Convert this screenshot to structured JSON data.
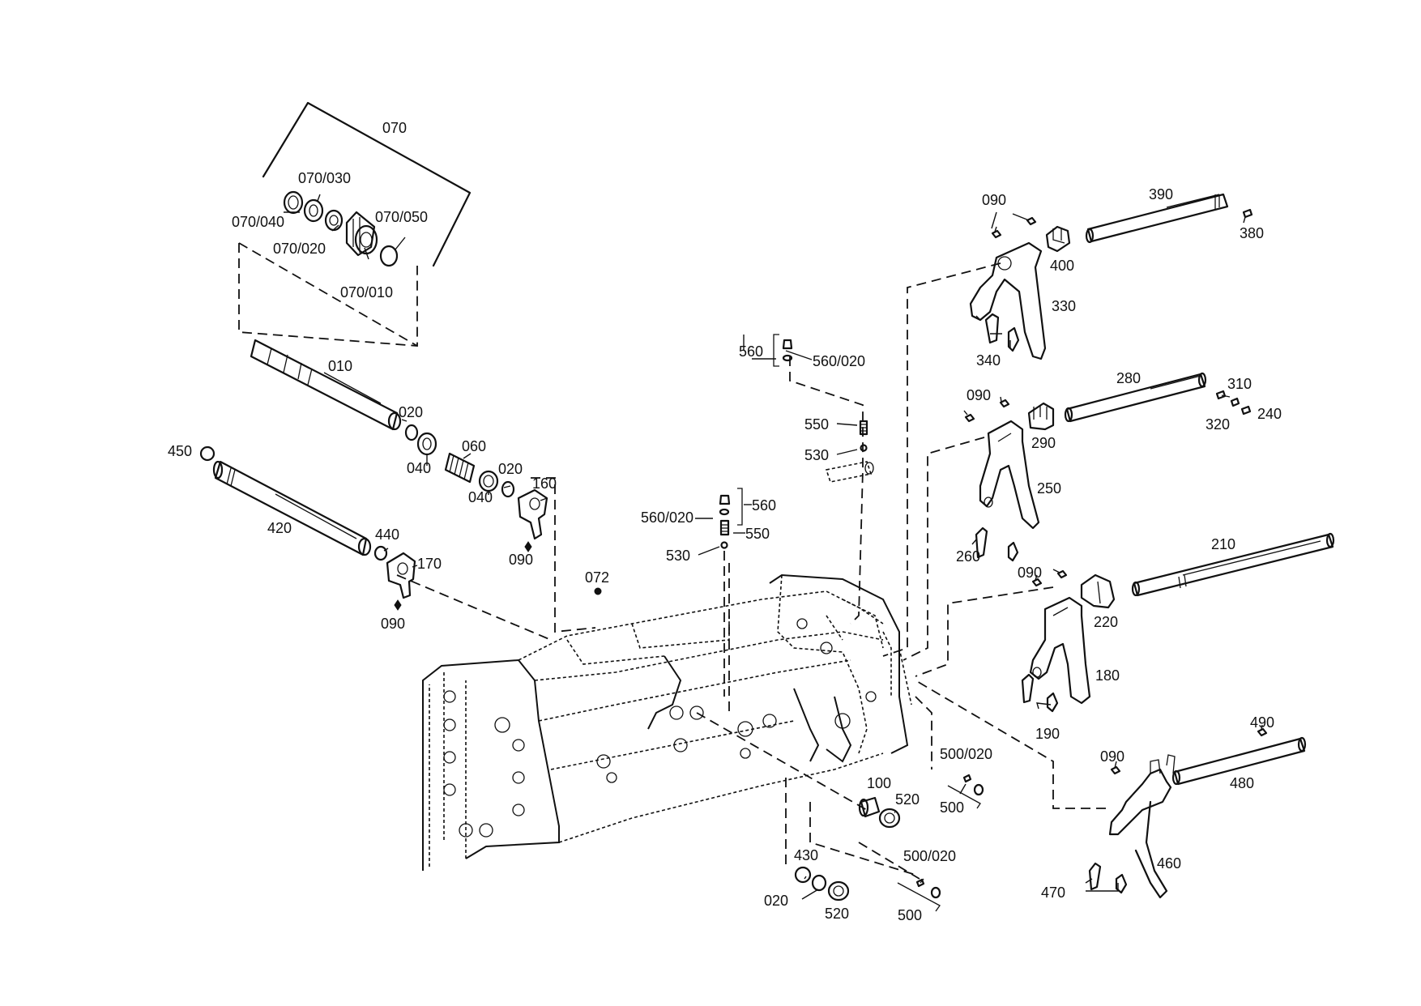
{
  "diagram": {
    "labels": {
      "p070": "070",
      "p070_030": "070/030",
      "p070_040": "070/040",
      "p070_050": "070/050",
      "p070_020": "070/020",
      "p070_010": "070/010",
      "p010": "010",
      "p020_a": "020",
      "p040_a": "040",
      "p060": "060",
      "p020_b": "020",
      "p040_b": "040",
      "p160": "160",
      "p090_a": "090",
      "p450": "450",
      "p420": "420",
      "p440": "440",
      "p170": "170",
      "p090_b": "090",
      "p072": "072",
      "p560_a": "560",
      "p560_020_a": "560/020",
      "p550_a": "550",
      "p530_a": "530",
      "p560_b": "560",
      "p560_020_b": "560/020",
      "p550_b": "550",
      "p530_b": "530",
      "p090_c": "090",
      "p390": "390",
      "p380": "380",
      "p400": "400",
      "p330": "330",
      "p340": "340",
      "p090_d": "090",
      "p280": "280",
      "p310": "310",
      "p320": "320",
      "p240": "240",
      "p290": "290",
      "p250": "250",
      "p260": "260",
      "p210": "210",
      "p090_e": "090",
      "p220": "220",
      "p180": "180",
      "p190": "190",
      "p490": "490",
      "p090_f": "090",
      "p480": "480",
      "p460": "460",
      "p470": "470",
      "p500_020_a": "500/020",
      "p500_a": "500",
      "p100": "100",
      "p520_a": "520",
      "p500_020_b": "500/020",
      "p500_b": "500",
      "p430": "430",
      "p020_c": "020",
      "p520_b": "520"
    }
  }
}
